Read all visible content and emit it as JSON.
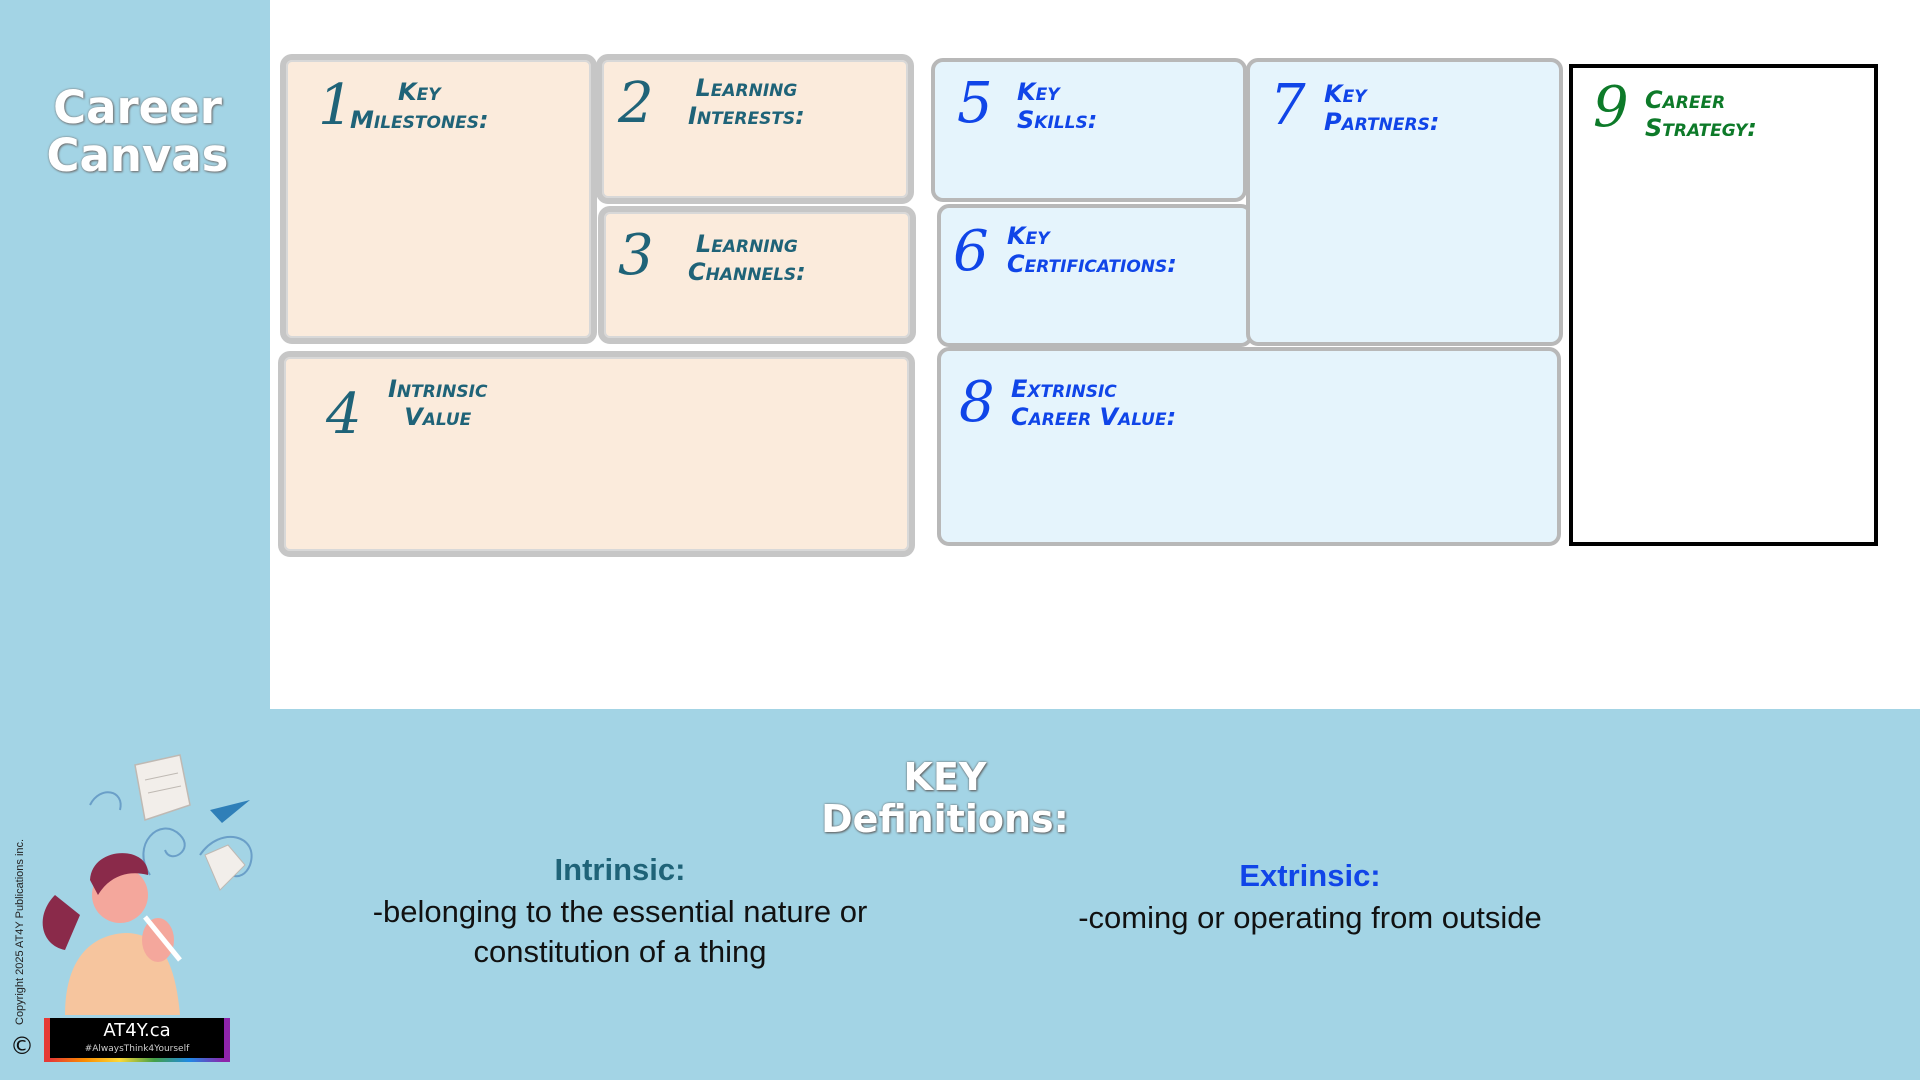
{
  "sidebar": {
    "title_line1": "Career",
    "title_line2": "Canvas",
    "copyright": "Copyright 2025 AT4Y Publications inc.",
    "copyright_symbol": "©",
    "logo": {
      "main": "AT4Y.ca",
      "tagline": "#AlwaysThink4Yourself"
    }
  },
  "canvas": {
    "boxes": [
      {
        "num": "1",
        "line1": "Key",
        "line2": "Milestones:"
      },
      {
        "num": "2",
        "line1": "Learning",
        "line2": "Interests:"
      },
      {
        "num": "3",
        "line1": "Learning",
        "line2": "Channels:"
      },
      {
        "num": "4",
        "line1": "Intrinsic",
        "line2": "Value"
      },
      {
        "num": "5",
        "line1": "Key",
        "line2": "Skills:"
      },
      {
        "num": "6",
        "line1": "Key",
        "line2": "Certifications:"
      },
      {
        "num": "7",
        "line1": "Key",
        "line2": "Partners:"
      },
      {
        "num": "8",
        "line1": "Extrinsic",
        "line2": "Career Value:"
      },
      {
        "num": "9",
        "line1": "Career",
        "line2": "Strategy:"
      }
    ]
  },
  "definitions": {
    "title_line1": "KEY",
    "title_line2": "Definitions:",
    "intrinsic": {
      "term": "Intrinsic:",
      "line1": "-belonging to the essential nature or",
      "line2": "constitution of a thing"
    },
    "extrinsic": {
      "term": "Extrinsic:",
      "line1": "-coming or operating from outside"
    }
  },
  "colors": {
    "sidebar_bg": "#a3d4e5",
    "peach_box": "#fbebdc",
    "blue_box": "#e5f4fc",
    "teal_text": "#1f6378",
    "blue_text": "#1045e8",
    "green_text": "#0d7a29"
  },
  "icons": [
    "copyright-icon",
    "woman-thinking-illustration",
    "paper-plane-icon",
    "book-icon"
  ]
}
